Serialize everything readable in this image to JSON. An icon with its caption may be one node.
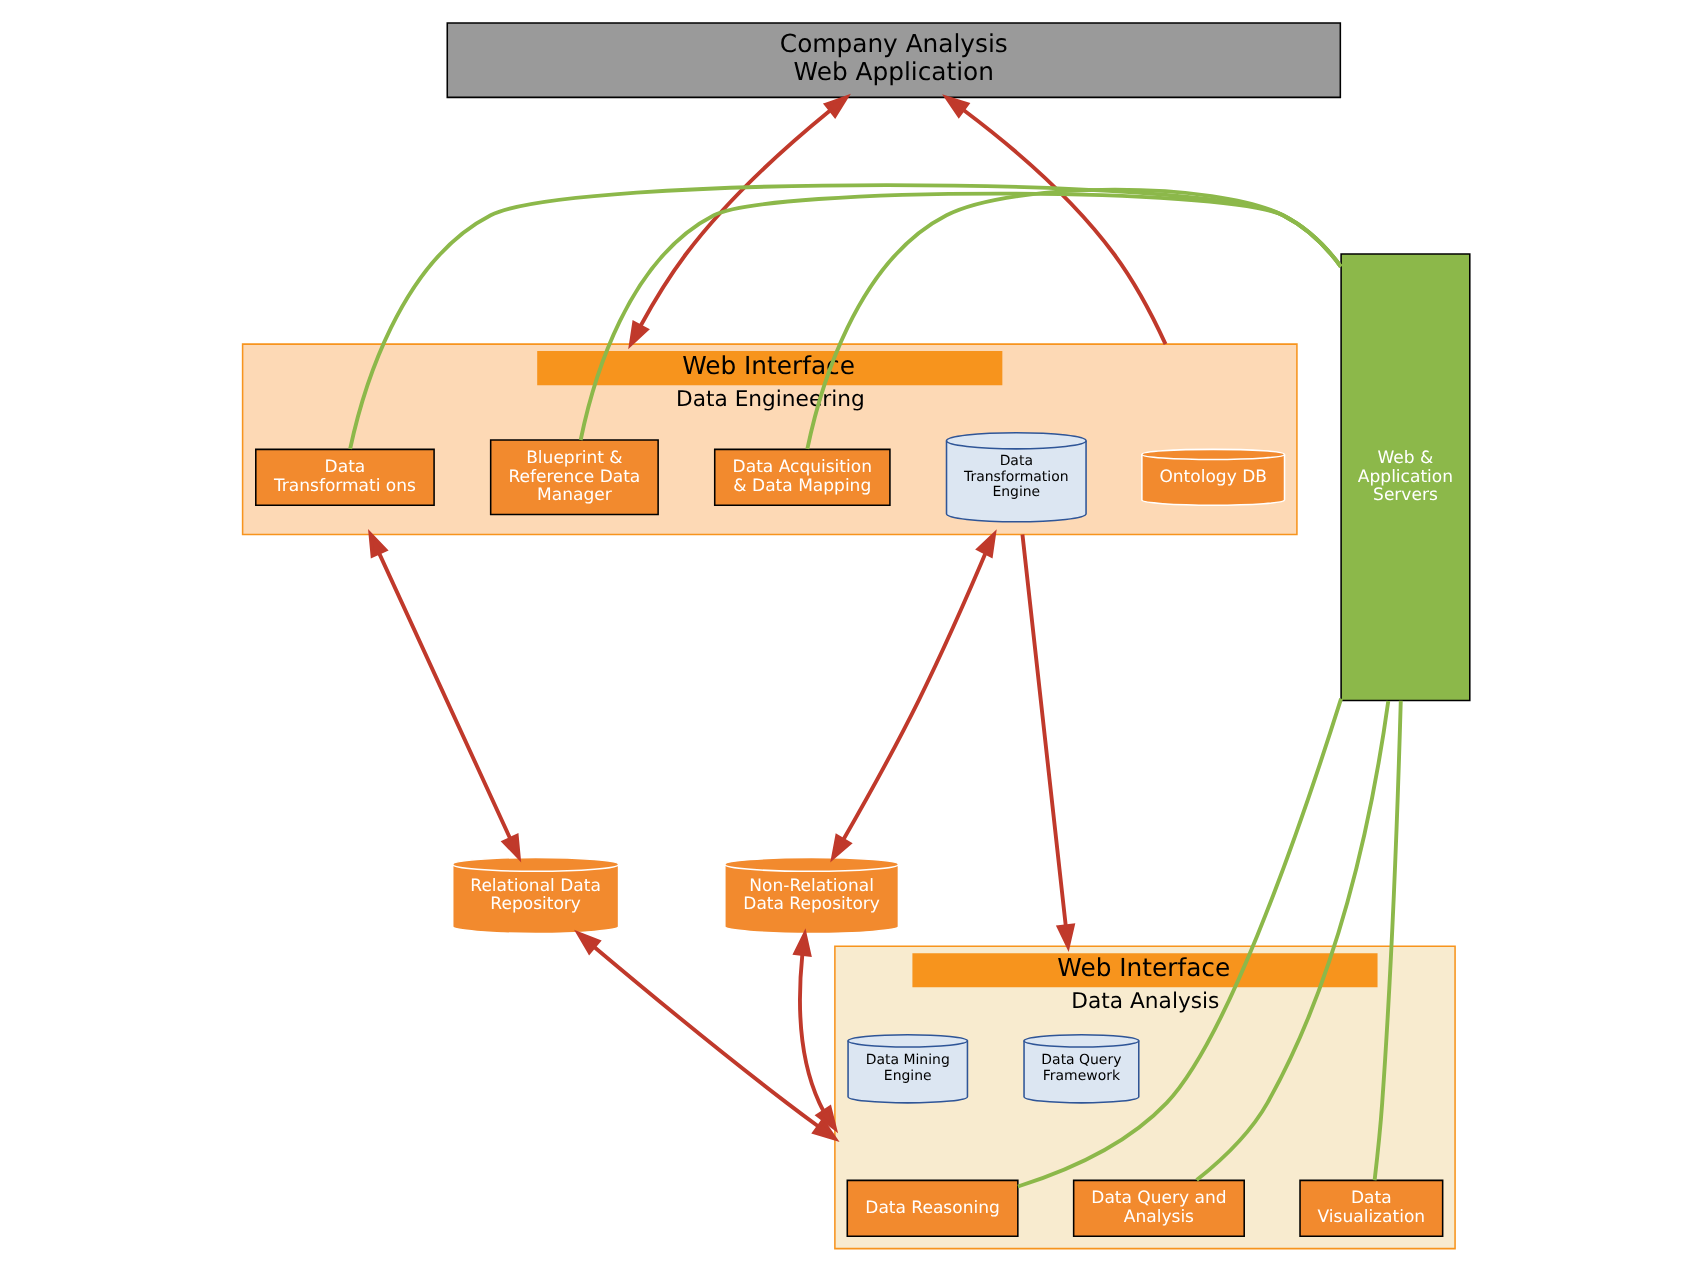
{
  "diagram": {
    "nodes": [
      {
        "text": [
          "Company Analysis Web Application"
        ]
      },
      {
        "text": [
          "Web & Application Servers"
        ]
      },
      {
        "text": [
          "Web Interface",
          "Data Engineering"
        ]
      },
      {
        "text": [
          "Blueprint & Reference Data Manager"
        ],
        "in": 2
      },
      {
        "text": [
          "Data Acquisition & Data Mapping"
        ],
        "in": 2
      },
      {
        "text": [
          "Data Transformati ons"
        ],
        "in": 2
      },
      {
        "text": [
          "Ontology DB"
        ],
        "in": 2
      },
      {
        "text": [
          "Data Transformation Engine"
        ],
        "in": 2
      },
      {
        "text": [
          "Relational Data Repository"
        ]
      },
      {
        "text": [
          "Non-Relational Data Repository"
        ]
      },
      {
        "text": [
          "Web Interface",
          "Data Analysis"
        ]
      },
      {
        "text": [
          "Data Query and Analysis"
        ],
        "in": 10
      },
      {
        "text": [
          "Data Visualization"
        ],
        "in": 10
      },
      {
        "text": [
          "Data Reasoning"
        ],
        "in": 10
      },
      {
        "text": [
          "Data Query Framework"
        ],
        "in": 10
      },
      {
        "text": [
          "Data Mining Engine"
        ],
        "in": 10
      }
    ],
    "edges": [
      {
        "from": 0,
        "to": 2,
        "arrow": "both",
        "color": "#c0392b"
      },
      {
        "from": 2,
        "to": 0,
        "arrow": "to",
        "color": "#c0392b"
      },
      {
        "from": 2,
        "to": 8,
        "arrow": "both",
        "color": "#c0392b"
      },
      {
        "from": 2,
        "to": 9,
        "arrow": "both",
        "color": "#c0392b"
      },
      {
        "from": 8,
        "to": 10,
        "arrow": "both",
        "color": "#c0392b"
      },
      {
        "from": 2,
        "to": 10,
        "arrow": "to",
        "color": "#c0392b"
      },
      {
        "from": 9,
        "to": 10,
        "arrow": "both",
        "color": "#c0392b"
      },
      {
        "from": 1,
        "to": 3,
        "arrow": "none",
        "color": "#8cb84a"
      },
      {
        "from": 1,
        "to": 4,
        "arrow": "none",
        "color": "#8cb84a"
      },
      {
        "from": 1,
        "to": 5,
        "arrow": "none",
        "color": "#8cb84a"
      },
      {
        "from": 1,
        "to": 11,
        "arrow": "none",
        "color": "#8cb84a"
      },
      {
        "from": 1,
        "to": 12,
        "arrow": "none",
        "color": "#8cb84a"
      },
      {
        "from": 1,
        "to": 13,
        "arrow": "none",
        "color": "#8cb84a"
      }
    ]
  }
}
